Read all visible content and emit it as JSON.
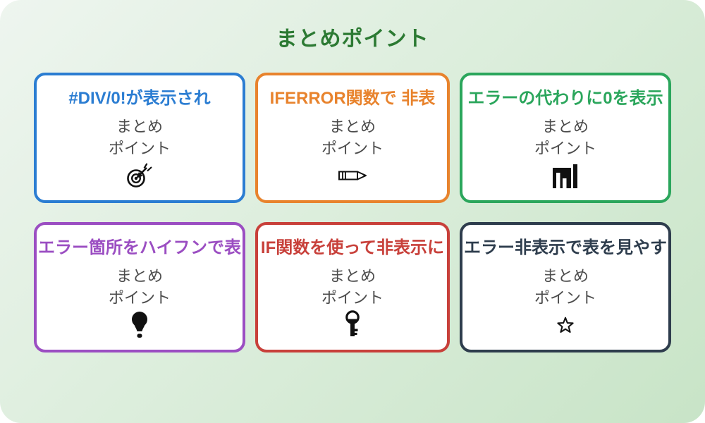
{
  "page": {
    "title": "まとめポイント",
    "title_color": "#2c7a33",
    "background_gradient_start": "#eef5ef",
    "background_gradient_end": "#c8e4c7",
    "card_background": "#ffffff",
    "subtitle_text_color": "#4c4c4c",
    "icon_color": "#111111"
  },
  "card_subtitle": {
    "line1": "まとめ",
    "line2": "ポイント"
  },
  "cards": [
    {
      "title": "#DIV/0!が表示され",
      "accent_color": "#2b7dd2",
      "icon": "target-dart-icon"
    },
    {
      "title": "IFERROR関数で 非表",
      "accent_color": "#e8832d",
      "icon": "pencil-icon"
    },
    {
      "title": "エラーの代わりに0を表示",
      "accent_color": "#2ba65c",
      "icon": "bar-chart-icon"
    },
    {
      "title": "エラー箇所をハイフンで表",
      "accent_color": "#9b4ec2",
      "icon": "lightbulb-icon"
    },
    {
      "title": "IF関数を使って非表示に",
      "accent_color": "#c8403a",
      "icon": "key-icon"
    },
    {
      "title": "エラー非表示で表を見やす",
      "accent_color": "#2e3d4d",
      "icon": "star-icon"
    }
  ]
}
